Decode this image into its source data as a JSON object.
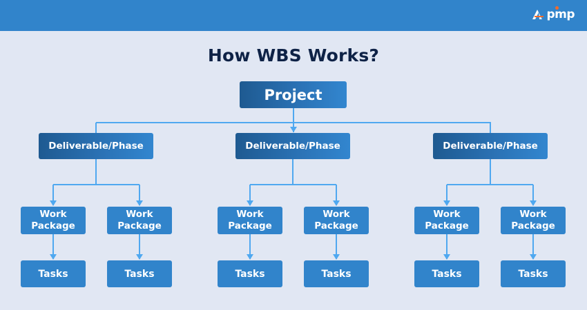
{
  "header": {
    "brand": "pm",
    "brand_icon": "pmp-logo-icon",
    "colors": {
      "band": "#3184cb",
      "accent_dot": "#f26b2a"
    }
  },
  "diagram": {
    "title": "How WBS Works?",
    "root": {
      "label": "Project"
    },
    "branches": [
      {
        "label": "Deliverable/Phase",
        "work_packages": [
          {
            "label": "Work Package",
            "task": "Tasks"
          },
          {
            "label": "Work Package",
            "task": "Tasks"
          }
        ]
      },
      {
        "label": "Deliverable/Phase",
        "work_packages": [
          {
            "label": "Work Package",
            "task": "Tasks"
          },
          {
            "label": "Work Package",
            "task": "Tasks"
          }
        ]
      },
      {
        "label": "Deliverable/Phase",
        "work_packages": [
          {
            "label": "Work Package",
            "task": "Tasks"
          },
          {
            "label": "Work Package",
            "task": "Tasks"
          }
        ]
      }
    ],
    "colors": {
      "background": "#e1e7f3",
      "title": "#0e2246",
      "box_dark": "#1e5a91",
      "box_light": "#3184cb",
      "connector": "#4fa8f0"
    }
  }
}
